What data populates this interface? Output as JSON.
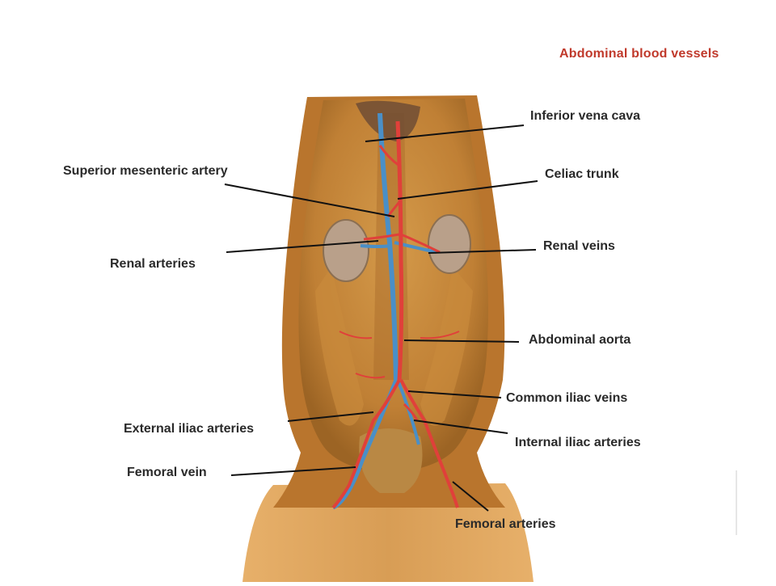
{
  "title": "Abdominal blood vessels",
  "labels": {
    "inferior_vena_cava": "Inferior vena cava",
    "superior_mesenteric_artery": "Superior mesenteric artery",
    "celiac_trunk": "Celiac trunk",
    "renal_veins": "Renal veins",
    "renal_arteries": "Renal arteries",
    "abdominal_aorta": "Abdominal aorta",
    "common_iliac_veins": "Common iliac veins",
    "external_iliac_arteries": "External iliac arteries",
    "internal_iliac_arteries": "Internal iliac arteries",
    "femoral_vein": "Femoral vein",
    "femoral_arteries": "Femoral arteries"
  },
  "colors": {
    "title": "#c0392b",
    "label_text": "#2a2a2a",
    "leader_line": "#111111",
    "tissue": "#c98a3c",
    "artery": "#e0403a",
    "vein": "#4a8fc7",
    "kidney": "#b9a08a"
  }
}
